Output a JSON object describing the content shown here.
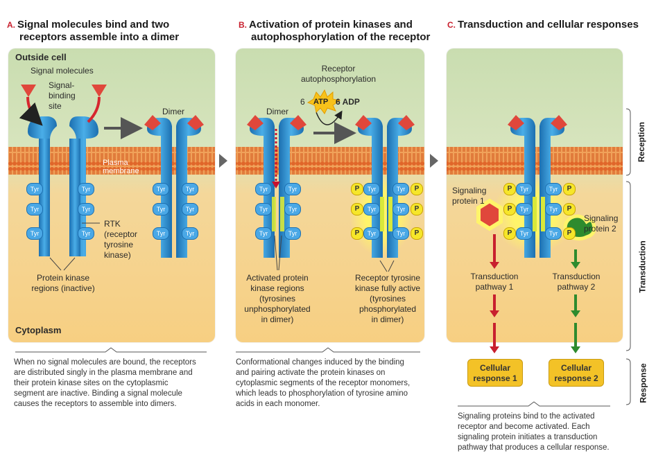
{
  "panels": {
    "a": {
      "letter": "A.",
      "title_line1": "Signal molecules bind and two",
      "title_line2": "receptors assemble into a dimer",
      "outside_cell": "Outside cell",
      "signal_molecules": "Signal molecules",
      "signal_binding_1": "Signal-",
      "signal_binding_2": "binding",
      "signal_binding_3": "site",
      "dimer": "Dimer",
      "plasma_1": "Plasma",
      "plasma_2": "membrane",
      "rtk_1": "RTK",
      "rtk_2": "(receptor",
      "rtk_3": "tyrosine",
      "rtk_4": "kinase)",
      "pk_1": "Protein kinase",
      "pk_2": "regions (inactive)",
      "cytoplasm": "Cytoplasm",
      "caption": [
        "When no signal molecules are bound, the receptors",
        "are distributed singly in the plasma membrane and",
        "their protein kinase sites on the cytoplasmic",
        "segment are inactive. Binding a signal molecule",
        "causes the receptors to assemble into dimers."
      ]
    },
    "b": {
      "letter": "B.",
      "title_line1": "Activation of protein kinases and",
      "title_line2": "autophosphorylation of the receptor",
      "receptor_auto_1": "Receptor",
      "receptor_auto_2": "autophosphorylation",
      "atp_count": "6",
      "atp": "ATP",
      "adp": "6 ADP",
      "dimer": "Dimer",
      "act_1": "Activated protein",
      "act_2": "kinase regions",
      "act_3": "(tyrosines",
      "act_4": "unphosphorylated",
      "act_5": "in dimer)",
      "rtk_1": "Receptor tyrosine",
      "rtk_2": "kinase fully active",
      "rtk_3": "(tyrosines",
      "rtk_4": "phosphorylated",
      "rtk_5": "in dimer)",
      "caption": [
        "Conformational changes induced by the binding",
        "and pairing activate the protein kinases on",
        "cytoplasmic segments of the receptor monomers,",
        "which leads to phosphorylation of tyrosine amino",
        "acids in each monomer."
      ]
    },
    "c": {
      "letter": "C.",
      "title_line1": "Transduction and cellular responses",
      "sig1_1": "Signaling",
      "sig1_2": "protein 1",
      "sig2_1": "Signaling",
      "sig2_2": "protein 2",
      "path1_1": "Transduction",
      "path1_2": "pathway 1",
      "path2_1": "Transduction",
      "path2_2": "pathway 2",
      "resp1_1": "Cellular",
      "resp1_2": "response 1",
      "resp2_1": "Cellular",
      "resp2_2": "response 2",
      "caption": [
        "Signaling proteins bind to the activated",
        "receptor and become activated. Each",
        "signaling protein initiates a transduction",
        "pathway that produces a cellular response."
      ]
    }
  },
  "tyr": "Tyr",
  "p": "P",
  "side_labels": {
    "reception": "Reception",
    "transduction": "Transduction",
    "response": "Response"
  },
  "colors": {
    "receptor": "#2f8fd0",
    "signal": "#e0473b",
    "membrane": "#e8782e",
    "arrow_red": "#c8202e",
    "arrow_green": "#2e8b2e",
    "phospho": "#f6e62a"
  }
}
